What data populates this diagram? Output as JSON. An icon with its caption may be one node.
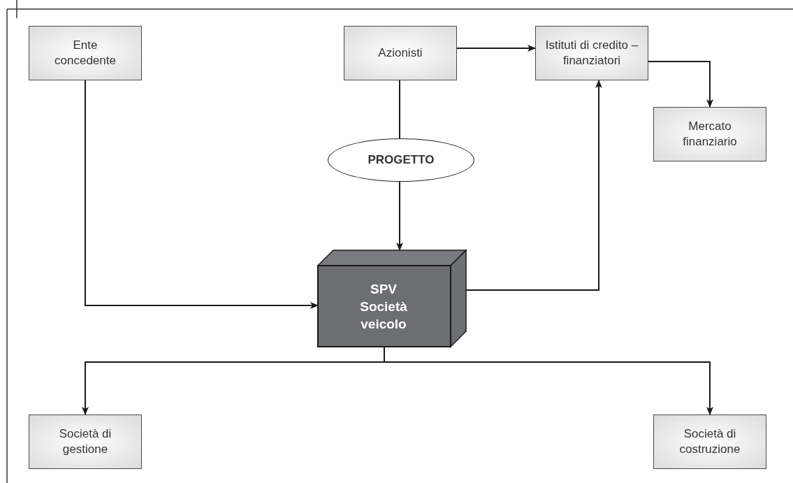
{
  "diagram": {
    "nodes": [
      {
        "text": [
          "Ente concedente"
        ]
      },
      {
        "text": [
          "Azionisti"
        ]
      },
      {
        "text": [
          "Istituti di credito – finanziatori"
        ]
      },
      {
        "text": [
          "Mercato finanziario"
        ]
      },
      {
        "text": [
          "PROGETTO"
        ]
      },
      {
        "text": [
          "SPV Società veicolo"
        ]
      },
      {
        "text": [
          "Società di gestione"
        ]
      },
      {
        "text": [
          "Società di costruzione"
        ]
      }
    ],
    "edges": [
      {
        "from": 0,
        "to": 5,
        "arrow": "to"
      },
      {
        "from": 1,
        "to": 2,
        "arrow": "to"
      },
      {
        "from": 1,
        "to": 4,
        "arrow": "none"
      },
      {
        "from": 4,
        "to": 5,
        "arrow": "to"
      },
      {
        "from": 5,
        "to": 2,
        "arrow": "to"
      },
      {
        "from": 2,
        "to": 3,
        "arrow": "to"
      },
      {
        "from": 5,
        "to": 6,
        "arrow": "to"
      },
      {
        "from": 5,
        "to": 7,
        "arrow": "to"
      }
    ]
  }
}
